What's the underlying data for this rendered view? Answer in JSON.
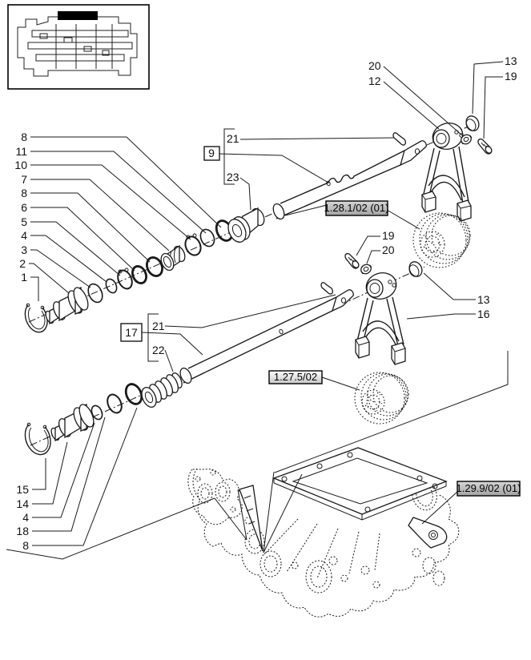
{
  "colors": {
    "line": "#1a1a1a",
    "background": "#ffffff",
    "ref_box_top": "#c9c9c9",
    "ref_box_bottom": "#9e9e9e",
    "highlight": "#000000"
  },
  "thumbnail": {
    "description_icon": "gearbox-section-thumbnail"
  },
  "ref_boxes": [
    {
      "label": "1.28.1/02 (01)"
    },
    {
      "label": "1.27.5/02"
    },
    {
      "label": "1.29.9/02 (01)"
    }
  ],
  "boxed_callouts": [
    {
      "label": "9"
    },
    {
      "label": "17"
    }
  ],
  "callouts": [
    {
      "label": "8"
    },
    {
      "label": "11"
    },
    {
      "label": "10"
    },
    {
      "label": "7"
    },
    {
      "label": "8"
    },
    {
      "label": "6"
    },
    {
      "label": "5"
    },
    {
      "label": "4"
    },
    {
      "label": "3"
    },
    {
      "label": "2"
    },
    {
      "label": "1"
    },
    {
      "label": "15"
    },
    {
      "label": "14"
    },
    {
      "label": "4"
    },
    {
      "label": "18"
    },
    {
      "label": "8"
    },
    {
      "label": "20"
    },
    {
      "label": "12"
    },
    {
      "label": "13"
    },
    {
      "label": "19"
    },
    {
      "label": "21"
    },
    {
      "label": "23"
    },
    {
      "label": "19"
    },
    {
      "label": "20"
    },
    {
      "label": "13"
    },
    {
      "label": "16"
    },
    {
      "label": "21"
    },
    {
      "label": "22"
    }
  ]
}
